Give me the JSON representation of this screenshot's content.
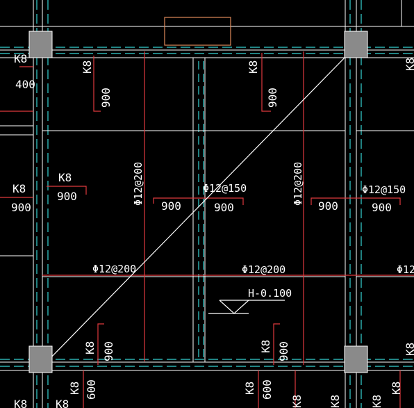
{
  "drawing": {
    "colors": {
      "background": "#000000",
      "rebar": "#e0393e",
      "axis": "#35d4d4",
      "wall": "#ffffff",
      "column": "#8a8a8a",
      "frame": "#e08a5a",
      "text": "#ffffff"
    },
    "labels": {
      "k8": "K8",
      "len_400": "400",
      "len_900": "900",
      "len_600": "600",
      "phi12_200": "Φ12@200",
      "phi12_150": "Φ12@150",
      "phi12_partial": "Φ12",
      "elevation": "H-0.100"
    }
  }
}
